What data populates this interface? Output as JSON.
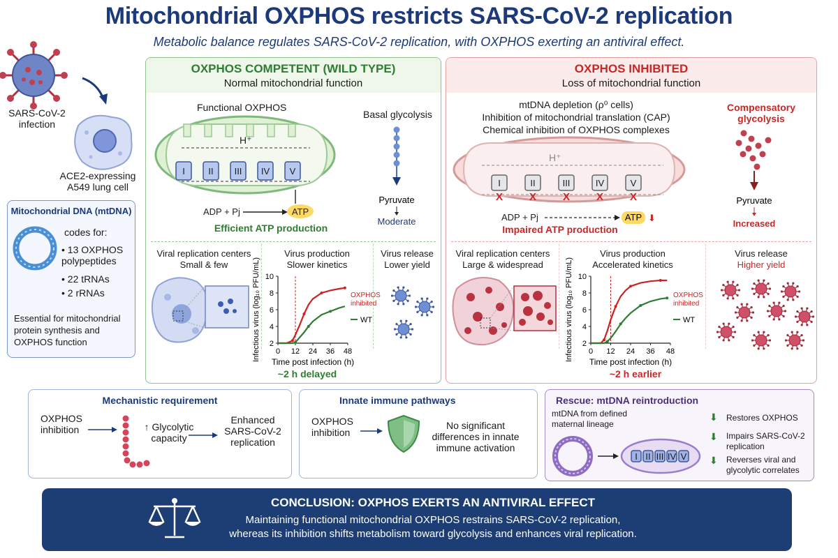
{
  "header": {
    "title": "Mitochondrial OXPHOS restricts SARS-CoV-2 replication",
    "subtitle": "Metabolic balance regulates SARS-CoV-2 replication, with OXPHOS exerting an antiviral effect."
  },
  "left": {
    "infection_label": "SARS-CoV-2\ninfection",
    "cell_label": "ACE2-expressing\nA549 lung cell",
    "mtdna": {
      "title": "Mitochondrial DNA (mtDNA)",
      "codes_for": "codes for:",
      "items": [
        "13 OXPHOS polypeptides",
        "22 tRNAs",
        "2 rRNAs"
      ],
      "essential": "Essential for mitochondrial protein synthesis and OXPHOS function"
    }
  },
  "wt": {
    "title": "OXPHOS COMPETENT (WILD TYPE)",
    "subtitle": "Normal mitochondrial function",
    "functional_label": "Functional OXPHOS",
    "basal_glycolysis": "Basal glycolysis",
    "proton": "H⁺",
    "complexes": [
      "I",
      "II",
      "III",
      "IV",
      "V"
    ],
    "adp": "ADP + Pj",
    "atp": "ATP",
    "efficient": "Efficient ATP production",
    "pyruvate": "Pyruvate",
    "moderate": "Moderate",
    "vrc_title": "Viral replication centers",
    "vrc_sub": "Small & few",
    "vp_title": "Virus production",
    "vp_sub": "Slower kinetics",
    "vr_title": "Virus release",
    "vr_sub": "Lower yield",
    "delay": "~2 h delayed"
  },
  "inh": {
    "title": "OXPHOS INHIBITED",
    "subtitle": "Loss of mitochondrial function",
    "causes": [
      "mtDNA depletion (ρ⁰ cells)",
      "Inhibition of mitochondrial translation (CAP)",
      "Chemical inhibition of OXPHOS complexes"
    ],
    "comp_glycolysis": "Compensatory\nglycolysis",
    "proton": "H⁺",
    "complexes": [
      "I",
      "II",
      "III",
      "IV",
      "V"
    ],
    "x_mark": "X",
    "adp": "ADP + Pj",
    "atp": "ATP",
    "down_arrow": "⬇",
    "impaired": "Impaired ATP production",
    "pyruvate": "Pyruvate",
    "increased": "Increased",
    "vrc_title": "Viral replication centers",
    "vrc_sub": "Large & widespread",
    "vp_title": "Virus production",
    "vp_sub": "Accelerated kinetics",
    "vr_title": "Virus release",
    "vr_sub": "Higher yield",
    "earlier": "~2 h earlier"
  },
  "chart_data": [
    {
      "type": "line",
      "xlabel": "Time post infection (h)",
      "ylabel": "Infectious virus (log₁₀ PFU/mL)",
      "x_ticks": [
        0,
        12,
        24,
        36,
        48
      ],
      "y_ticks": [
        2,
        4,
        6,
        8,
        10
      ],
      "xlim": [
        0,
        48
      ],
      "ylim": [
        2,
        10
      ],
      "marker_x": 12,
      "series": [
        {
          "name": "OXPHOS inhibited",
          "color": "#cc2222",
          "x": [
            0,
            6,
            10,
            12,
            15,
            18,
            21,
            24,
            30,
            36,
            42,
            46
          ],
          "y": [
            2,
            2,
            2.3,
            3.0,
            4.2,
            5.5,
            6.6,
            7.3,
            8.0,
            8.3,
            8.5,
            8.6
          ]
        },
        {
          "name": "WT",
          "color": "#2e7d32",
          "x": [
            0,
            10,
            12,
            14,
            18,
            21,
            24,
            30,
            36,
            42,
            46
          ],
          "y": [
            2,
            2,
            2.1,
            2.5,
            3.3,
            4.0,
            4.6,
            5.4,
            5.8,
            6.2,
            6.4
          ]
        }
      ]
    },
    {
      "type": "line",
      "xlabel": "Time post infection (h)",
      "ylabel": "Infectious virus (log₁₀ PFU/mL)",
      "x_ticks": [
        0,
        12,
        24,
        36,
        48
      ],
      "y_ticks": [
        2,
        4,
        6,
        8,
        10
      ],
      "xlim": [
        0,
        48
      ],
      "ylim": [
        2,
        10
      ],
      "marker_x": 12,
      "series": [
        {
          "name": "OXPHOS inhibited",
          "color": "#cc2222",
          "x": [
            0,
            6,
            8,
            10,
            12,
            15,
            18,
            21,
            24,
            30,
            36,
            42,
            46
          ],
          "y": [
            2,
            2,
            2.4,
            3.5,
            4.8,
            6.4,
            7.6,
            8.3,
            8.8,
            9.2,
            9.4,
            9.5,
            9.5
          ]
        },
        {
          "name": "WT",
          "color": "#2e7d32",
          "x": [
            0,
            8,
            10,
            12,
            15,
            18,
            21,
            24,
            30,
            36,
            42,
            46
          ],
          "y": [
            2,
            2,
            2.2,
            2.6,
            3.4,
            4.3,
            5.0,
            5.6,
            6.5,
            7.0,
            7.3,
            7.4
          ]
        }
      ]
    }
  ],
  "bottom": {
    "mech": {
      "title": "Mechanistic requirement",
      "oxphos": "OXPHOS\ninhibition",
      "glyco": "↑ Glycolytic\ncapacity",
      "enhanced": "Enhanced\nSARS-CoV-2\nreplication"
    },
    "innate": {
      "title": "Innate immune pathways",
      "oxphos": "OXPHOS\ninhibition",
      "text": "No significant\ndifferences in innate\nimmune activation"
    },
    "rescue": {
      "title": "Rescue: mtDNA reintroduction",
      "lineage": "mtDNA from defined\nmaternal lineage",
      "complexes": [
        "I",
        "II",
        "III",
        "IV",
        "V"
      ],
      "items": [
        "Restores OXPHOS",
        "Impairs SARS-CoV-2\nreplication",
        "Reverses viral and\nglycolytic correlates"
      ]
    }
  },
  "conclusion": {
    "title": "CONCLUSION:  OXPHOS EXERTS AN ANTIVIRAL EFFECT",
    "line1": "Maintaining functional mitochondrial OXPHOS restrains SARS-CoV-2 replication,",
    "line2": "whereas its inhibition shifts metabolism toward glycolysis and enhances viral replication."
  },
  "colors": {
    "navy": "#1c3a7a",
    "green": "#2e7d32",
    "red": "#c62828",
    "purple": "#7b5aa6",
    "conclusion_bg": "#1d3d75"
  }
}
